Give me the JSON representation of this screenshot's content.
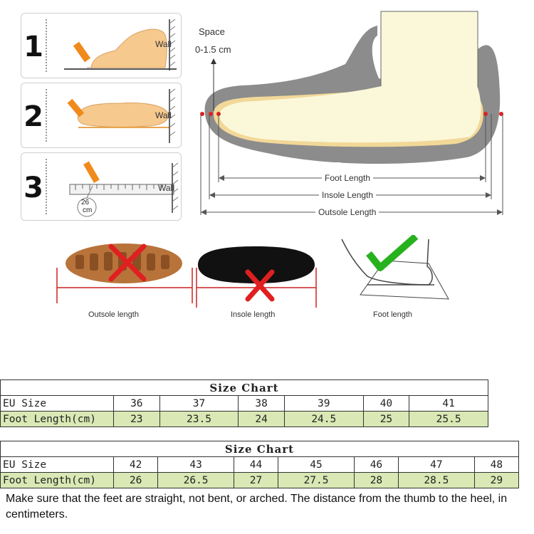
{
  "steps": [
    {
      "number": "1",
      "wall": "Wall"
    },
    {
      "number": "2",
      "wall": "Wall"
    },
    {
      "number": "3",
      "wall": "Wall",
      "ruler_value": "26",
      "ruler_unit": "cm"
    }
  ],
  "diagram": {
    "space_label": "Space",
    "space_range": "0-1.5 cm",
    "foot_length": "Foot Length",
    "insole_length": "Insole Length",
    "outsole_length": "Outsole Length"
  },
  "examples": {
    "outsole": "Outsole length",
    "insole": "Insole length",
    "foot": "Foot length"
  },
  "colors": {
    "correct": "#27b11f",
    "wrong": "#e02020",
    "table_green": "#d9e8b4"
  },
  "tables": [
    {
      "title": "Size Chart",
      "row1_label": "EU Size",
      "row2_label": "Foot Length(cm)",
      "sizes": [
        "36",
        "37",
        "38",
        "39",
        "40",
        "41"
      ],
      "lengths": [
        "23",
        "23.5",
        "24",
        "24.5",
        "25",
        "25.5"
      ]
    },
    {
      "title": "Size Chart",
      "row1_label": "EU Size",
      "row2_label": "Foot Length(cm)",
      "sizes": [
        "42",
        "43",
        "44",
        "45",
        "46",
        "47",
        "48"
      ],
      "lengths": [
        "26",
        "26.5",
        "27",
        "27.5",
        "28",
        "28.5",
        "29"
      ]
    }
  ],
  "note": "Make sure that the feet are straight, not bent, or arched. The distance from the thumb to the heel, in centimeters."
}
